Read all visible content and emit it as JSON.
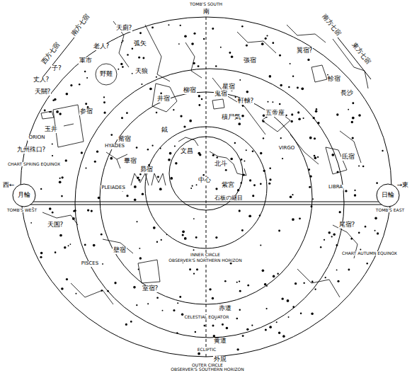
{
  "diagram": {
    "nodes": [
      {
        "text": [
          "月輪"
        ]
      },
      {
        "text": [
          "日輪"
        ]
      }
    ],
    "labels": [
      "TOMB'S SOUTH",
      "南",
      "西方七宿",
      "南方七宿",
      "南方七宿",
      "東方七宿",
      "天廁?",
      "老人?",
      "軍市",
      "弧矢",
      "張宿",
      "翼宿?",
      "子?",
      "丈人?",
      "野雞",
      "天狼",
      "柳宿",
      "星宿",
      "軒轅?",
      "軫宿",
      "長沙",
      "天關?",
      "玉井",
      "参宿",
      "ORION",
      "井宿",
      "鬼宿",
      "積尸気",
      "五帝座",
      "VIRGO",
      "九州殊口?",
      "CHART SPRING EQUINOX",
      "鉞",
      "觜宿",
      "HYADES",
      "畢宿",
      "文昌",
      "北斗",
      "紫宮",
      "昴宿",
      "PLEIADES",
      "中心",
      "氐宿",
      "LIBRA",
      "西←",
      "→東",
      "TOMB'S WEST",
      "TOMB'S EAST",
      "石板の継目",
      "天囷?",
      "尾宿?",
      "壁宿",
      "INNER CIRCLE",
      "OBSERVER'S NORTHERN HORIZON",
      "CHART AUTUMN EQUINOX",
      "PISCES",
      "室宿?",
      "赤道",
      "CELESTIAL EQUATOR",
      "黄道",
      "ECLIPTIC",
      "外規",
      "OUTER CIRCLE",
      "OBSERVER'S SOUTHERN HORIZON"
    ]
  }
}
